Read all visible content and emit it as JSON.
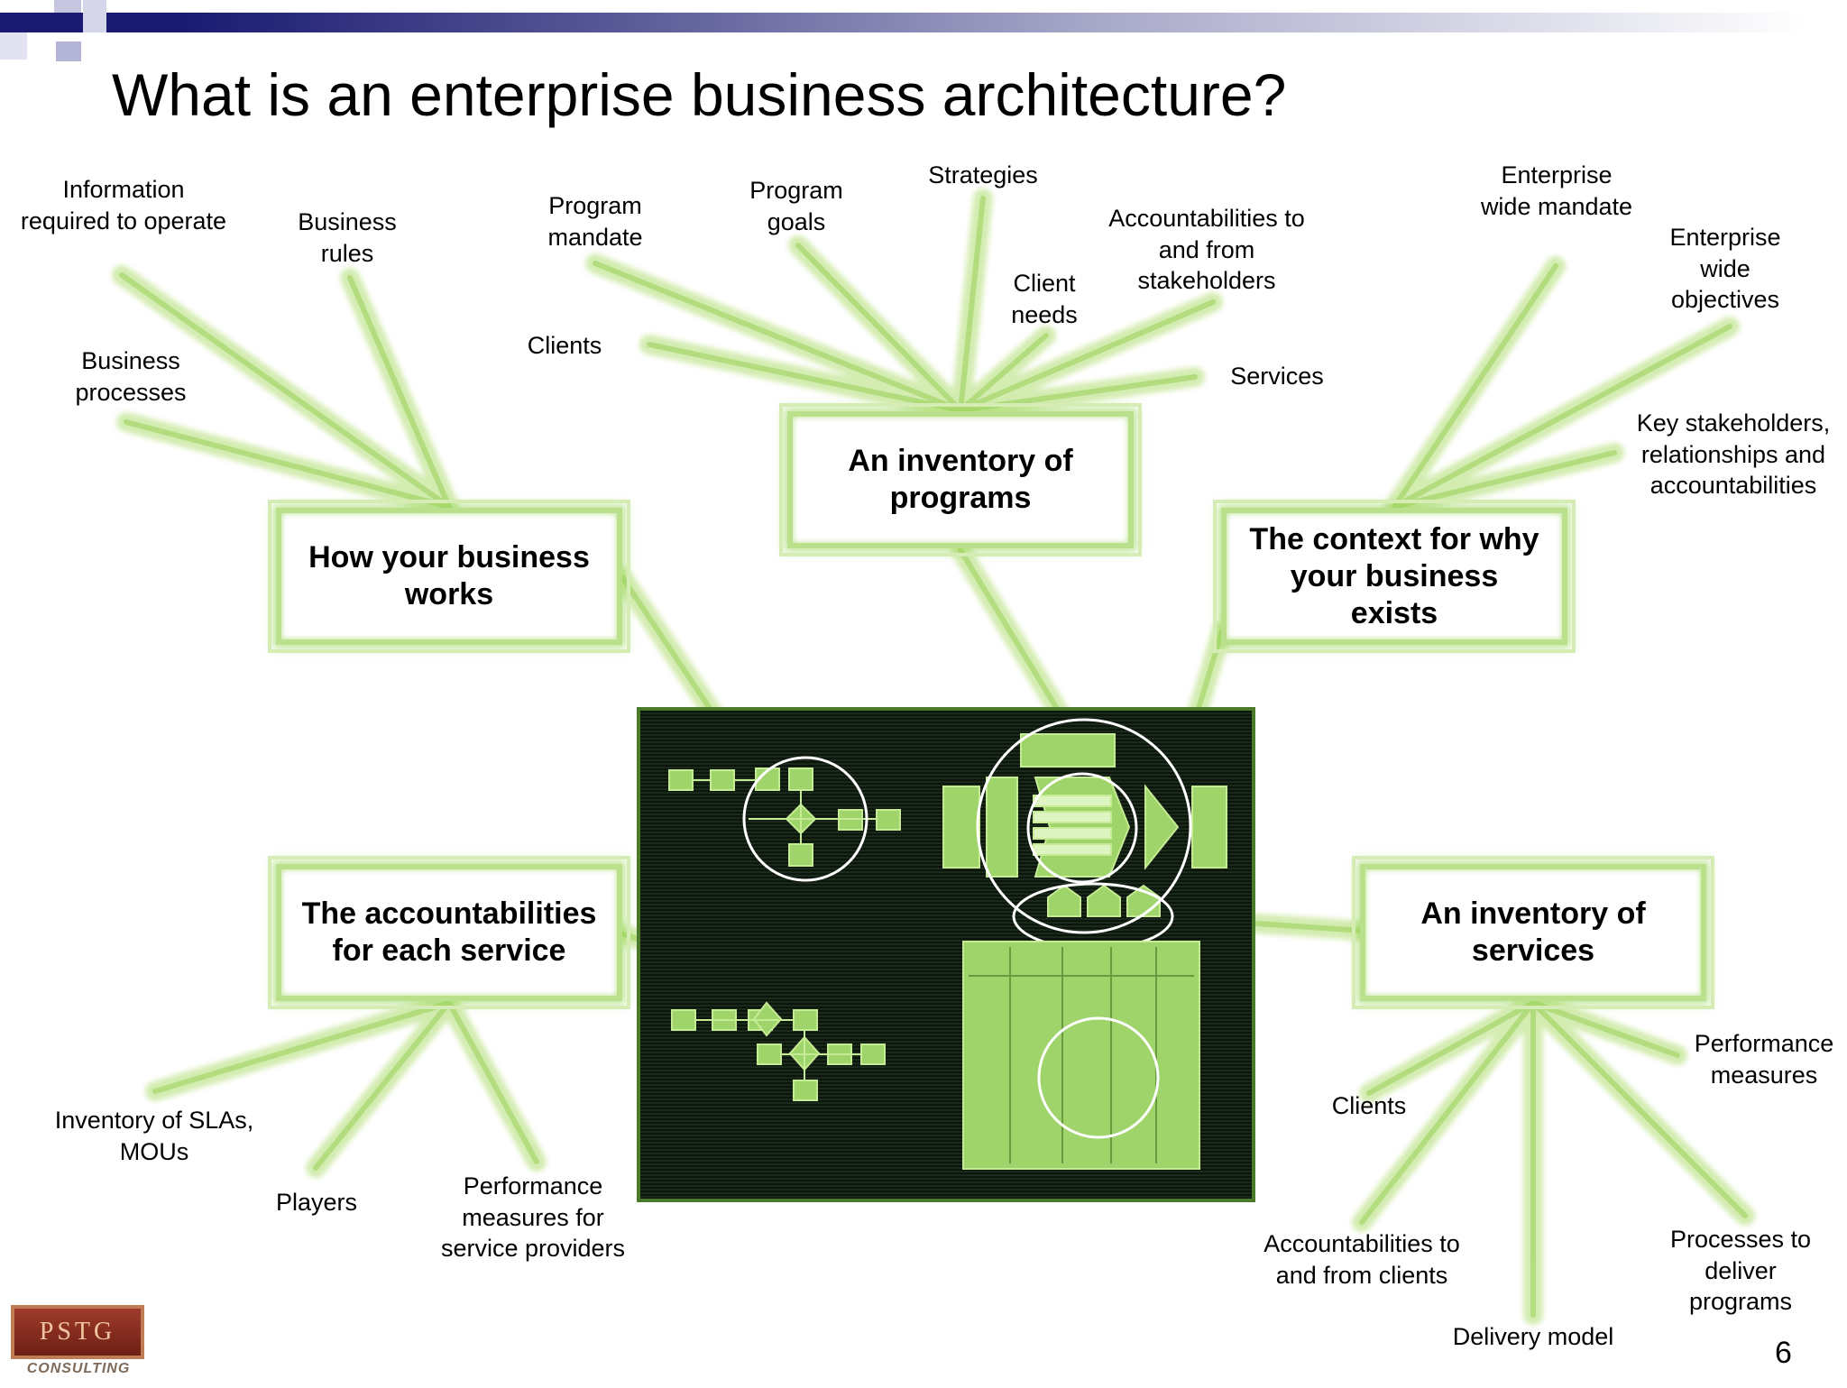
{
  "title": "What is an enterprise business architecture?",
  "page_number": "6",
  "logo": {
    "name": "PSTG",
    "subtitle": "CONSULTING"
  },
  "colors": {
    "glow": "#bbe08b",
    "glow_light": "#d5edb5",
    "screen_bg": "#0b150b",
    "screen_fg": "#9fd46a",
    "banner_dark": "#1a1a72"
  },
  "boxes": {
    "business_works": "How your business works",
    "programs": "An inventory of programs",
    "context": "The context for why your business exists",
    "accountabilities": "The accountabilities for each service",
    "services": "An inventory of services"
  },
  "labels": {
    "info_required": "Information required to operate",
    "business_rules": "Business rules",
    "business_processes": "Business processes",
    "program_mandate": "Program mandate",
    "program_goals": "Program goals",
    "strategies": "Strategies",
    "clients_top": "Clients",
    "client_needs": "Client needs",
    "accountabilities_stakeholders": "Accountabilities to and from stakeholders",
    "services_label": "Services",
    "enterprise_mandate": "Enterprise wide mandate",
    "enterprise_objectives": "Enterprise wide objectives",
    "key_stakeholders": "Key stakeholders, relationships and accountabilities",
    "inventory_slas": "Inventory of SLAs, MOUs",
    "players": "Players",
    "perf_measures_providers": "Performance measures for service providers",
    "clients_bottom": "Clients",
    "perf_measures": "Performance measures",
    "accountabilities_clients": "Accountabilities to and from clients",
    "delivery_model": "Delivery model",
    "processes_deliver": "Processes to deliver programs"
  }
}
